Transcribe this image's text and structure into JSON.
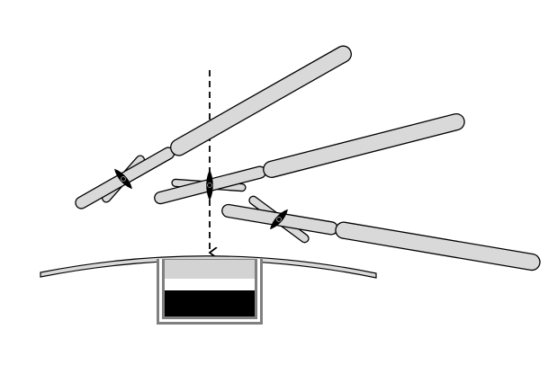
{
  "colors": {
    "rod_fill": "#d9d9d9",
    "outline": "#000000",
    "box_frame": "#808080",
    "fluid_dark": "#000000",
    "fluid_light": "#d3d3d3"
  },
  "icons": [
    "rotating-rod-assembly",
    "pivot-blade",
    "downward-arrow",
    "curved-surface",
    "container"
  ]
}
